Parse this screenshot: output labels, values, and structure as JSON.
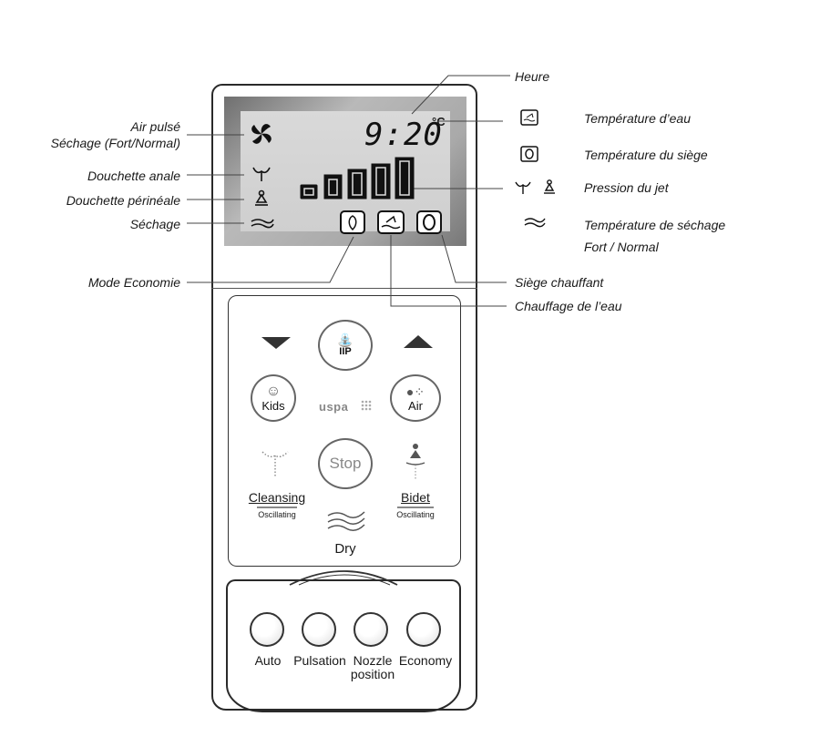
{
  "left_labels": {
    "air_pulse": "Air pulsé",
    "sechage_fort": "Séchage (Fort/Normal)",
    "douchette_anale": "Douchette anale",
    "douchette_perineale": "Douchette périnéale",
    "sechage": "Séchage",
    "mode_economie": "Mode Economie"
  },
  "right_labels": {
    "heure": "Heure",
    "temp_eau": "Température d’eau",
    "temp_siege": "Température du siège",
    "pression_jet": "Pression du jet",
    "temp_sechage": "Température de séchage",
    "fort_normal": "Fort / Normal",
    "siege_chauffant": "Siège chauffant",
    "chauffage_eau": "Chauffage de l’eau"
  },
  "display": {
    "time": "9:20",
    "unit": "°C"
  },
  "panel": {
    "iip": "IIP",
    "kids": "Kids",
    "air": "Air",
    "stop": "Stop",
    "brand": "uspa",
    "cleansing": "Cleansing",
    "cleansing_sub": "Oscillating",
    "bidet": "Bidet",
    "bidet_sub": "Oscillating",
    "dry": "Dry"
  },
  "bottom_buttons": {
    "auto": "Auto",
    "pulsation": "Pulsation",
    "nozzle_1": "Nozzle",
    "nozzle_2": "position",
    "economy": "Economy"
  },
  "pressure_levels": 5
}
